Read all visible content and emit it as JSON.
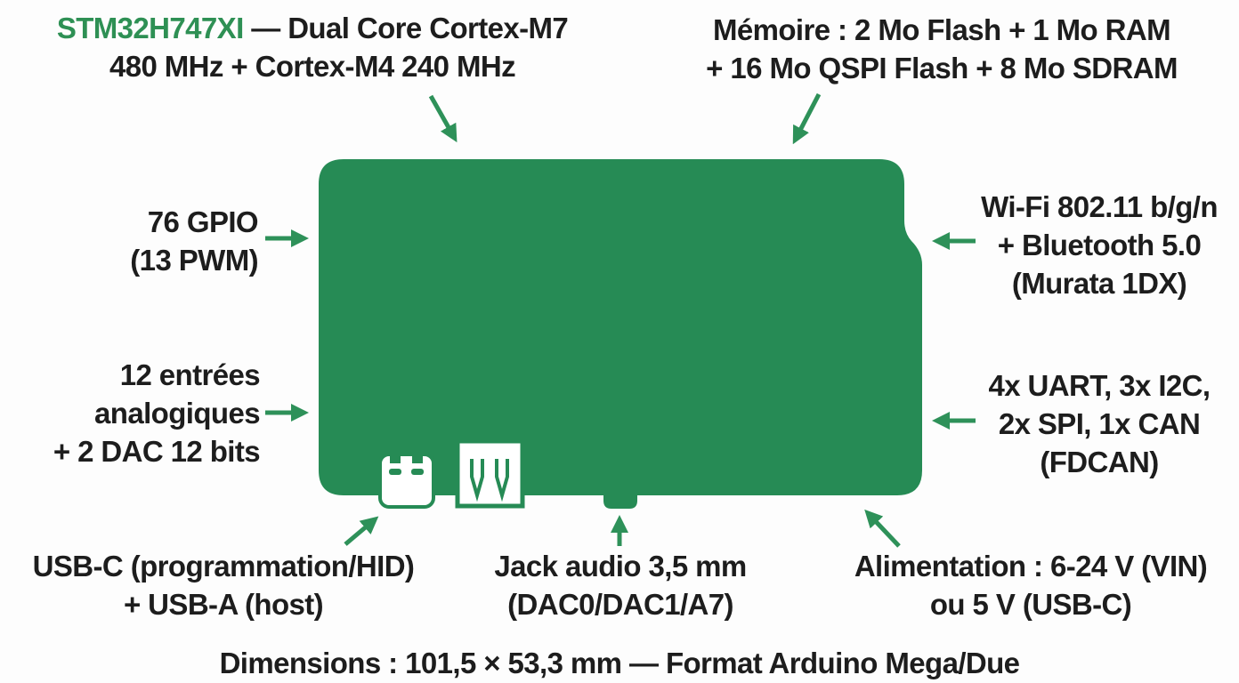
{
  "colors": {
    "board_green": "#268b55",
    "accent_green": "#2e9159",
    "chip_green": "#2e9054",
    "ink": "#1d1d1d",
    "bg": "#fdfdfd"
  },
  "callouts": {
    "mcu": {
      "highlight": "STM32H747XI",
      "line1_rest": " — Dual Core Cortex-M7",
      "line2": "480 MHz + Cortex-M4 240 MHz"
    },
    "memory": {
      "line1": "Mémoire : 2 Mo Flash + 1 Mo RAM",
      "line2": "+ 16 Mo QSPI Flash + 8 Mo SDRAM"
    },
    "gpio": {
      "line1": "76 GPIO",
      "line2": "(13 PWM)"
    },
    "analog": {
      "line1": "12 entrées",
      "line2": "analogiques",
      "line3": "+ 2 DAC 12 bits"
    },
    "wifi": {
      "line1": "Wi-Fi 802.11 b/g/n",
      "line2": "+ Bluetooth 5.0",
      "line3": "(Murata 1DX)"
    },
    "buses": {
      "line1": "4x UART, 3x I2C,",
      "line2": "2x SPI, 1x CAN",
      "line3": "(FDCAN)"
    },
    "usb": {
      "line1": "USB-C (programmation/HID)",
      "line2": "+ USB-A (host)"
    },
    "jack": {
      "line1": "Jack audio 3,5 mm",
      "line2": "(DAC0/DAC1/A7)"
    },
    "power": {
      "line1": "Alimentation : 6-24 V (VIN)",
      "line2": "ou 5 V (USB-C)"
    }
  },
  "footer": {
    "dimensions": "Dimensions : 101,5 × 53,3 mm — Format Arduino Mega/Due"
  },
  "icons": {
    "board": "green-rounded-board-shape",
    "usb_c_port": "usb-c-connector",
    "usb_a_port": "usb-a-connector",
    "audio_jack": "audio-jack-nub",
    "arrows": "green-callout-arrows"
  }
}
